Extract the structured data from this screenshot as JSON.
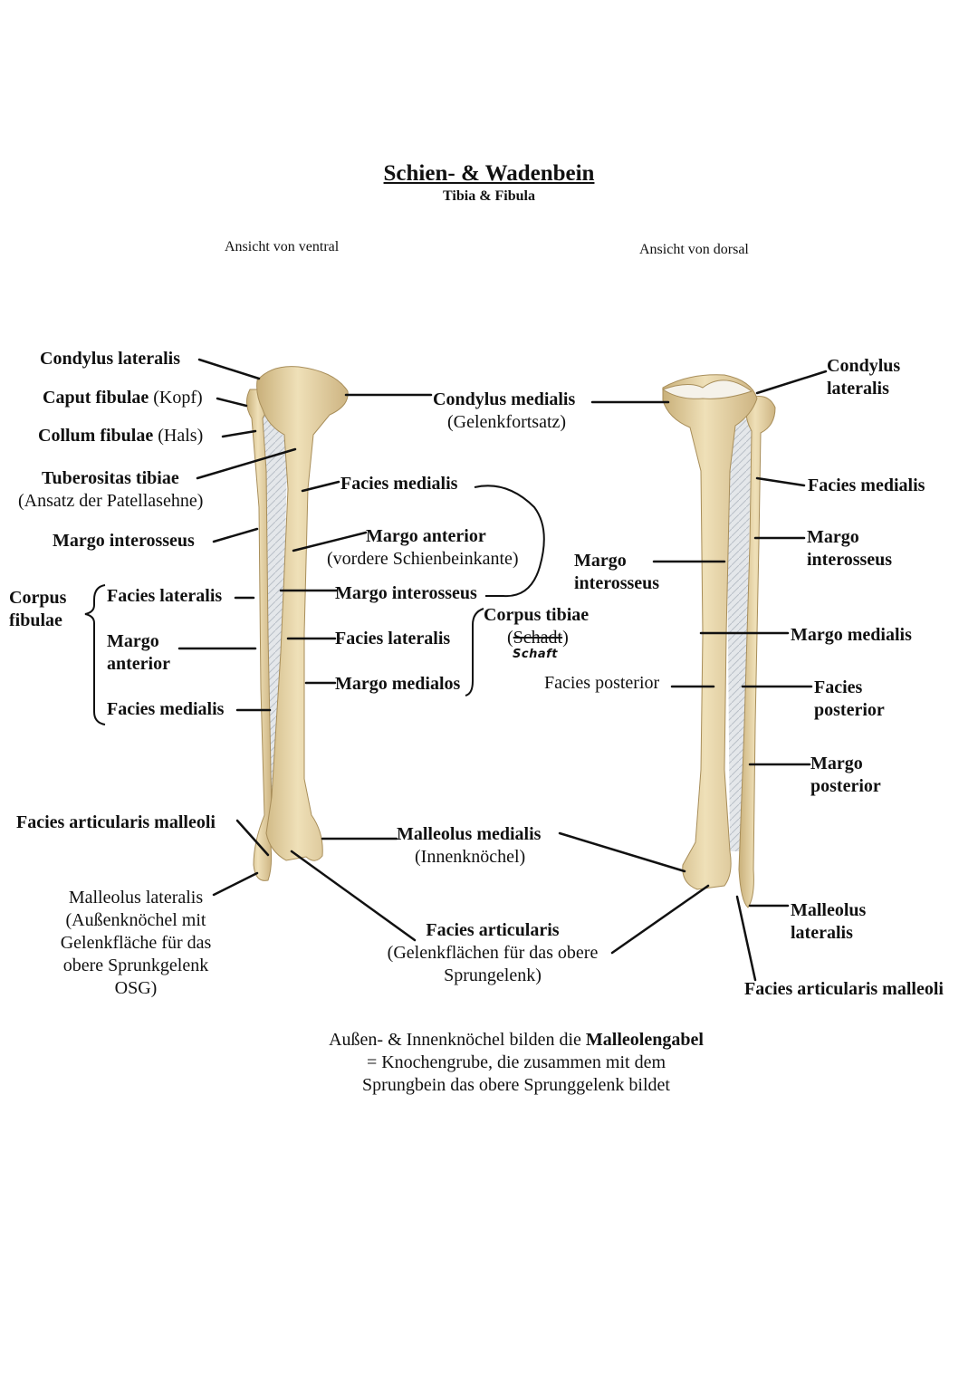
{
  "title": "Schien- & Wadenbein",
  "subtitle": "Tibia & Fibula",
  "view_ventral": "Ansicht von ventral",
  "view_dorsal": "Ansicht von dorsal",
  "ventral": {
    "condylus_lateralis": "Condylus lateralis",
    "caput_fibulae": "Caput fibulae",
    "caput_fibulae_de": " (Kopf)",
    "collum_fibulae": "Collum fibulae",
    "collum_fibulae_de": " (Hals)",
    "tuberositas_tibiae": "Tuberositas tibiae",
    "tuberositas_tibiae_de": "(Ansatz der Patellasehne)",
    "margo_interosseus": "Margo interosseus",
    "corpus_fibulae_1": "Corpus",
    "corpus_fibulae_2": "fibulae",
    "fib_facies_lateralis": "Facies lateralis",
    "fib_margo_anterior_1": "Margo",
    "fib_margo_anterior_2": "anterior",
    "fib_facies_medialis": "Facies medialis",
    "condylus_medialis": "Condylus medialis",
    "condylus_medialis_de": "(Gelenkfortsatz)",
    "tib_facies_medialis": "Facies medialis",
    "tib_margo_anterior": "Margo anterior",
    "tib_margo_anterior_de": "(vordere Schienbeinkante)",
    "tib_margo_interosseus": "Margo interosseus",
    "tib_facies_lateralis": "Facies lateralis",
    "tib_margo_medialos": "Margo medialos",
    "corpus_tibiae": "Corpus tibiae",
    "corpus_tibiae_open": "(",
    "corpus_tibiae_struck": "Schadt",
    "corpus_tibiae_close": ")",
    "corpus_tibiae_hand": "Schaft",
    "facies_articularis_malleoli": "Facies articularis malleoli",
    "malleolus_medialis": "Malleolus medialis",
    "malleolus_medialis_de": "(Innenknöchel)",
    "malleolus_lateralis": "Malleolus lateralis",
    "malleolus_lateralis_de_1": "(Außenknöchel mit",
    "malleolus_lateralis_de_2": "Gelenkfläche für das",
    "malleolus_lateralis_de_3": "obere Sprunkgelenk",
    "malleolus_lateralis_de_4": "OSG)",
    "facies_articularis": "Facies articularis",
    "facies_articularis_de_1": "(Gelenkflächen für das obere",
    "facies_articularis_de_2": "Sprungelenk)"
  },
  "dorsal": {
    "condylus_lateralis_1": "Condylus",
    "condylus_lateralis_2": "lateralis",
    "facies_medialis": "Facies medialis",
    "margo_interosseus_r_1": "Margo",
    "margo_interosseus_r_2": "interosseus",
    "margo_interosseus_l_1": "Margo",
    "margo_interosseus_l_2": "interosseus",
    "margo_medialis": "Margo medialis",
    "facies_posterior_l": "Facies posterior",
    "facies_posterior_r_1": "Facies",
    "facies_posterior_r_2": "posterior",
    "margo_posterior_1": "Margo",
    "margo_posterior_2": "posterior",
    "malleolus_lateralis_1": "Malleolus",
    "malleolus_lateralis_2": "lateralis",
    "facies_articularis_malleoli": "Facies articularis malleoli"
  },
  "footer": {
    "line1_pre": "Außen- & Innenknöchel bilden die ",
    "line1_bold": "Malleolengabel",
    "line2": "= Knochengrube, die zusammen mit dem",
    "line3": "Sprungbein das obere Sprunggelenk bildet"
  },
  "colors": {
    "bone": "#e6d3a6",
    "bone_shade": "#c9b07a",
    "membrane": "#dfe3e8",
    "line": "#111111"
  }
}
